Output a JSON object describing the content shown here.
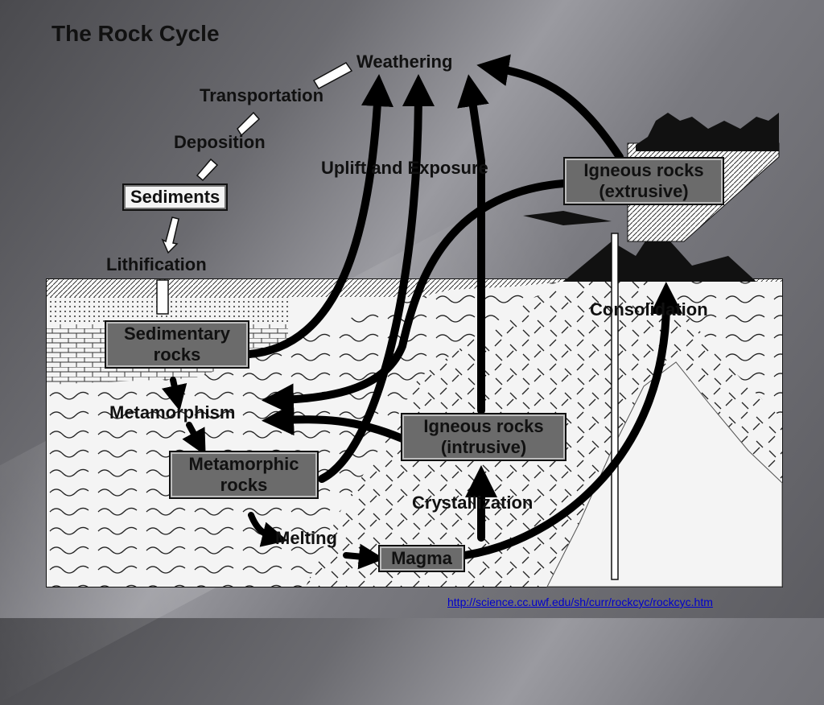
{
  "title": "The Rock Cycle",
  "labels": {
    "weathering": "Weathering",
    "transportation": "Transportation",
    "deposition": "Deposition",
    "sediments": "Sediments",
    "lithification": "Lithification",
    "uplift": "Uplift and Exposure",
    "igneous_extrusive": [
      "Igneous rocks",
      "(extrusive)"
    ],
    "consolidation": "Consolidation",
    "sedimentary_rocks": [
      "Sedimentary",
      "rocks"
    ],
    "metamorphism": "Metamorphism",
    "metamorphic_rocks": [
      "Metamorphic",
      "rocks"
    ],
    "igneous_intrusive": [
      "Igneous rocks",
      "(intrusive)"
    ],
    "crystallization": "Crystallization",
    "melting": "Melting",
    "magma": "Magma"
  },
  "source_url": "http://science.cc.uwf.edu/sh/curr/rockcyc/rockcyc.htm",
  "colors": {
    "box_fill": "#6b6b6b",
    "ground_fill": "#f4f4f4",
    "arrow": "#000000",
    "link": "#0000cc"
  }
}
